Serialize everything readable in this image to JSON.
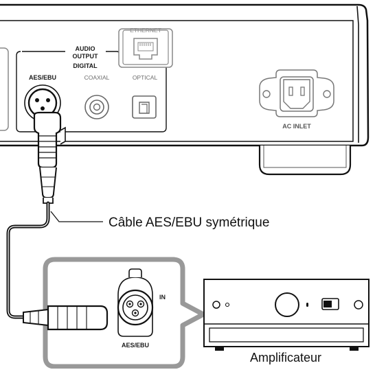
{
  "player_panel": {
    "section_title_line1": "AUDIO",
    "section_title_line2": "OUTPUT",
    "section_title_line3": "DIGITAL",
    "aes_ebu_label": "AES/EBU",
    "coaxial_label": "COAXIAL",
    "optical_label": "OPTICAL",
    "ethernet_label": "ETHERNET",
    "ac_inlet_label": "AC INLET"
  },
  "cable_label": "Câble AES/EBU symétrique",
  "amp_inset": {
    "in_label": "IN",
    "aes_ebu_label": "AES/EBU"
  },
  "amplifier_label": "Amplificateur"
}
